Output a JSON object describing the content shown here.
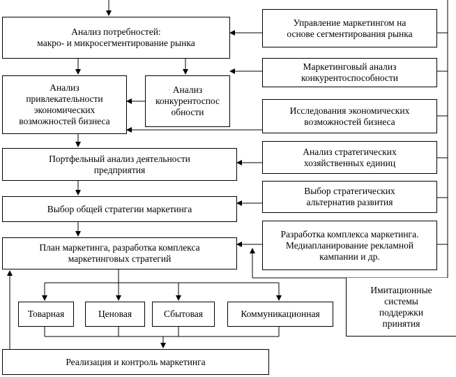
{
  "boxes": {
    "needs_analysis": "Анализ потребностей:\nмакро- и микросегментирование рынка",
    "attractiveness": "Анализ\nпривлекательности\nэкономических\nвозможностей  бизнеса",
    "competitiveness": "Анализ\nконкурентоспос\nобности",
    "portfolio": "Портфельный анализ деятельности\nпредприятия",
    "general_strategy": "Выбор общей стратегии маркетинга",
    "marketing_plan": "План маркетинга, разработка комплекса\nмаркетинговых стратегий",
    "product": "Товарная",
    "price": "Ценовая",
    "sales": "Сбытовая",
    "communication": "Коммуникационная",
    "implementation": "Реализация и контроль маркетинга",
    "segment_mgmt": "Управление маркетингом на\nоснове сегментирования рынка",
    "competitive_analysis": "Маркетинговый анализ\nконкурентоспособности",
    "econ_research": "Исследования экономических\nвозможностей бизнеса",
    "sbu_analysis": "Анализ стратегических\nхозяйственных единиц",
    "alternatives": "Выбор стратегических\nальтернатив развития",
    "mix_dev": "Разработка комплекса маркетинга.\nМедиапланирование рекламной\nкампании и др.",
    "simulation": "Имитационные\nсистемы\nподдержки\nпринятия"
  }
}
